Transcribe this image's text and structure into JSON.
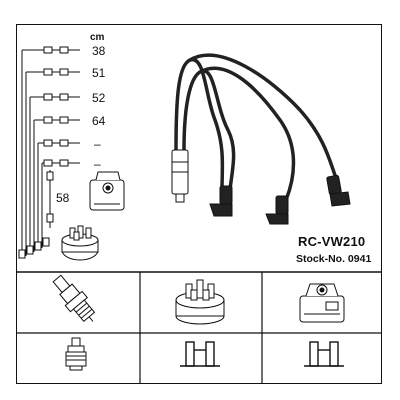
{
  "header": {
    "unit_label": "cm",
    "model": "RC-VW210",
    "stock_number": "Stock-No. 0941"
  },
  "lead_lengths": [
    "38",
    "51",
    "52",
    "64",
    "–",
    "–"
  ],
  "side_lead_length": "58",
  "components": [
    {
      "icon": "spark-plug-icon"
    },
    {
      "icon": "distributor-cap-icon"
    },
    {
      "icon": "ignition-coil-icon"
    }
  ],
  "terminals": [
    {
      "icon": "spark-plug-terminal-icon"
    },
    {
      "icon": "distributor-terminal-icon"
    },
    {
      "icon": "coil-terminal-icon"
    }
  ]
}
